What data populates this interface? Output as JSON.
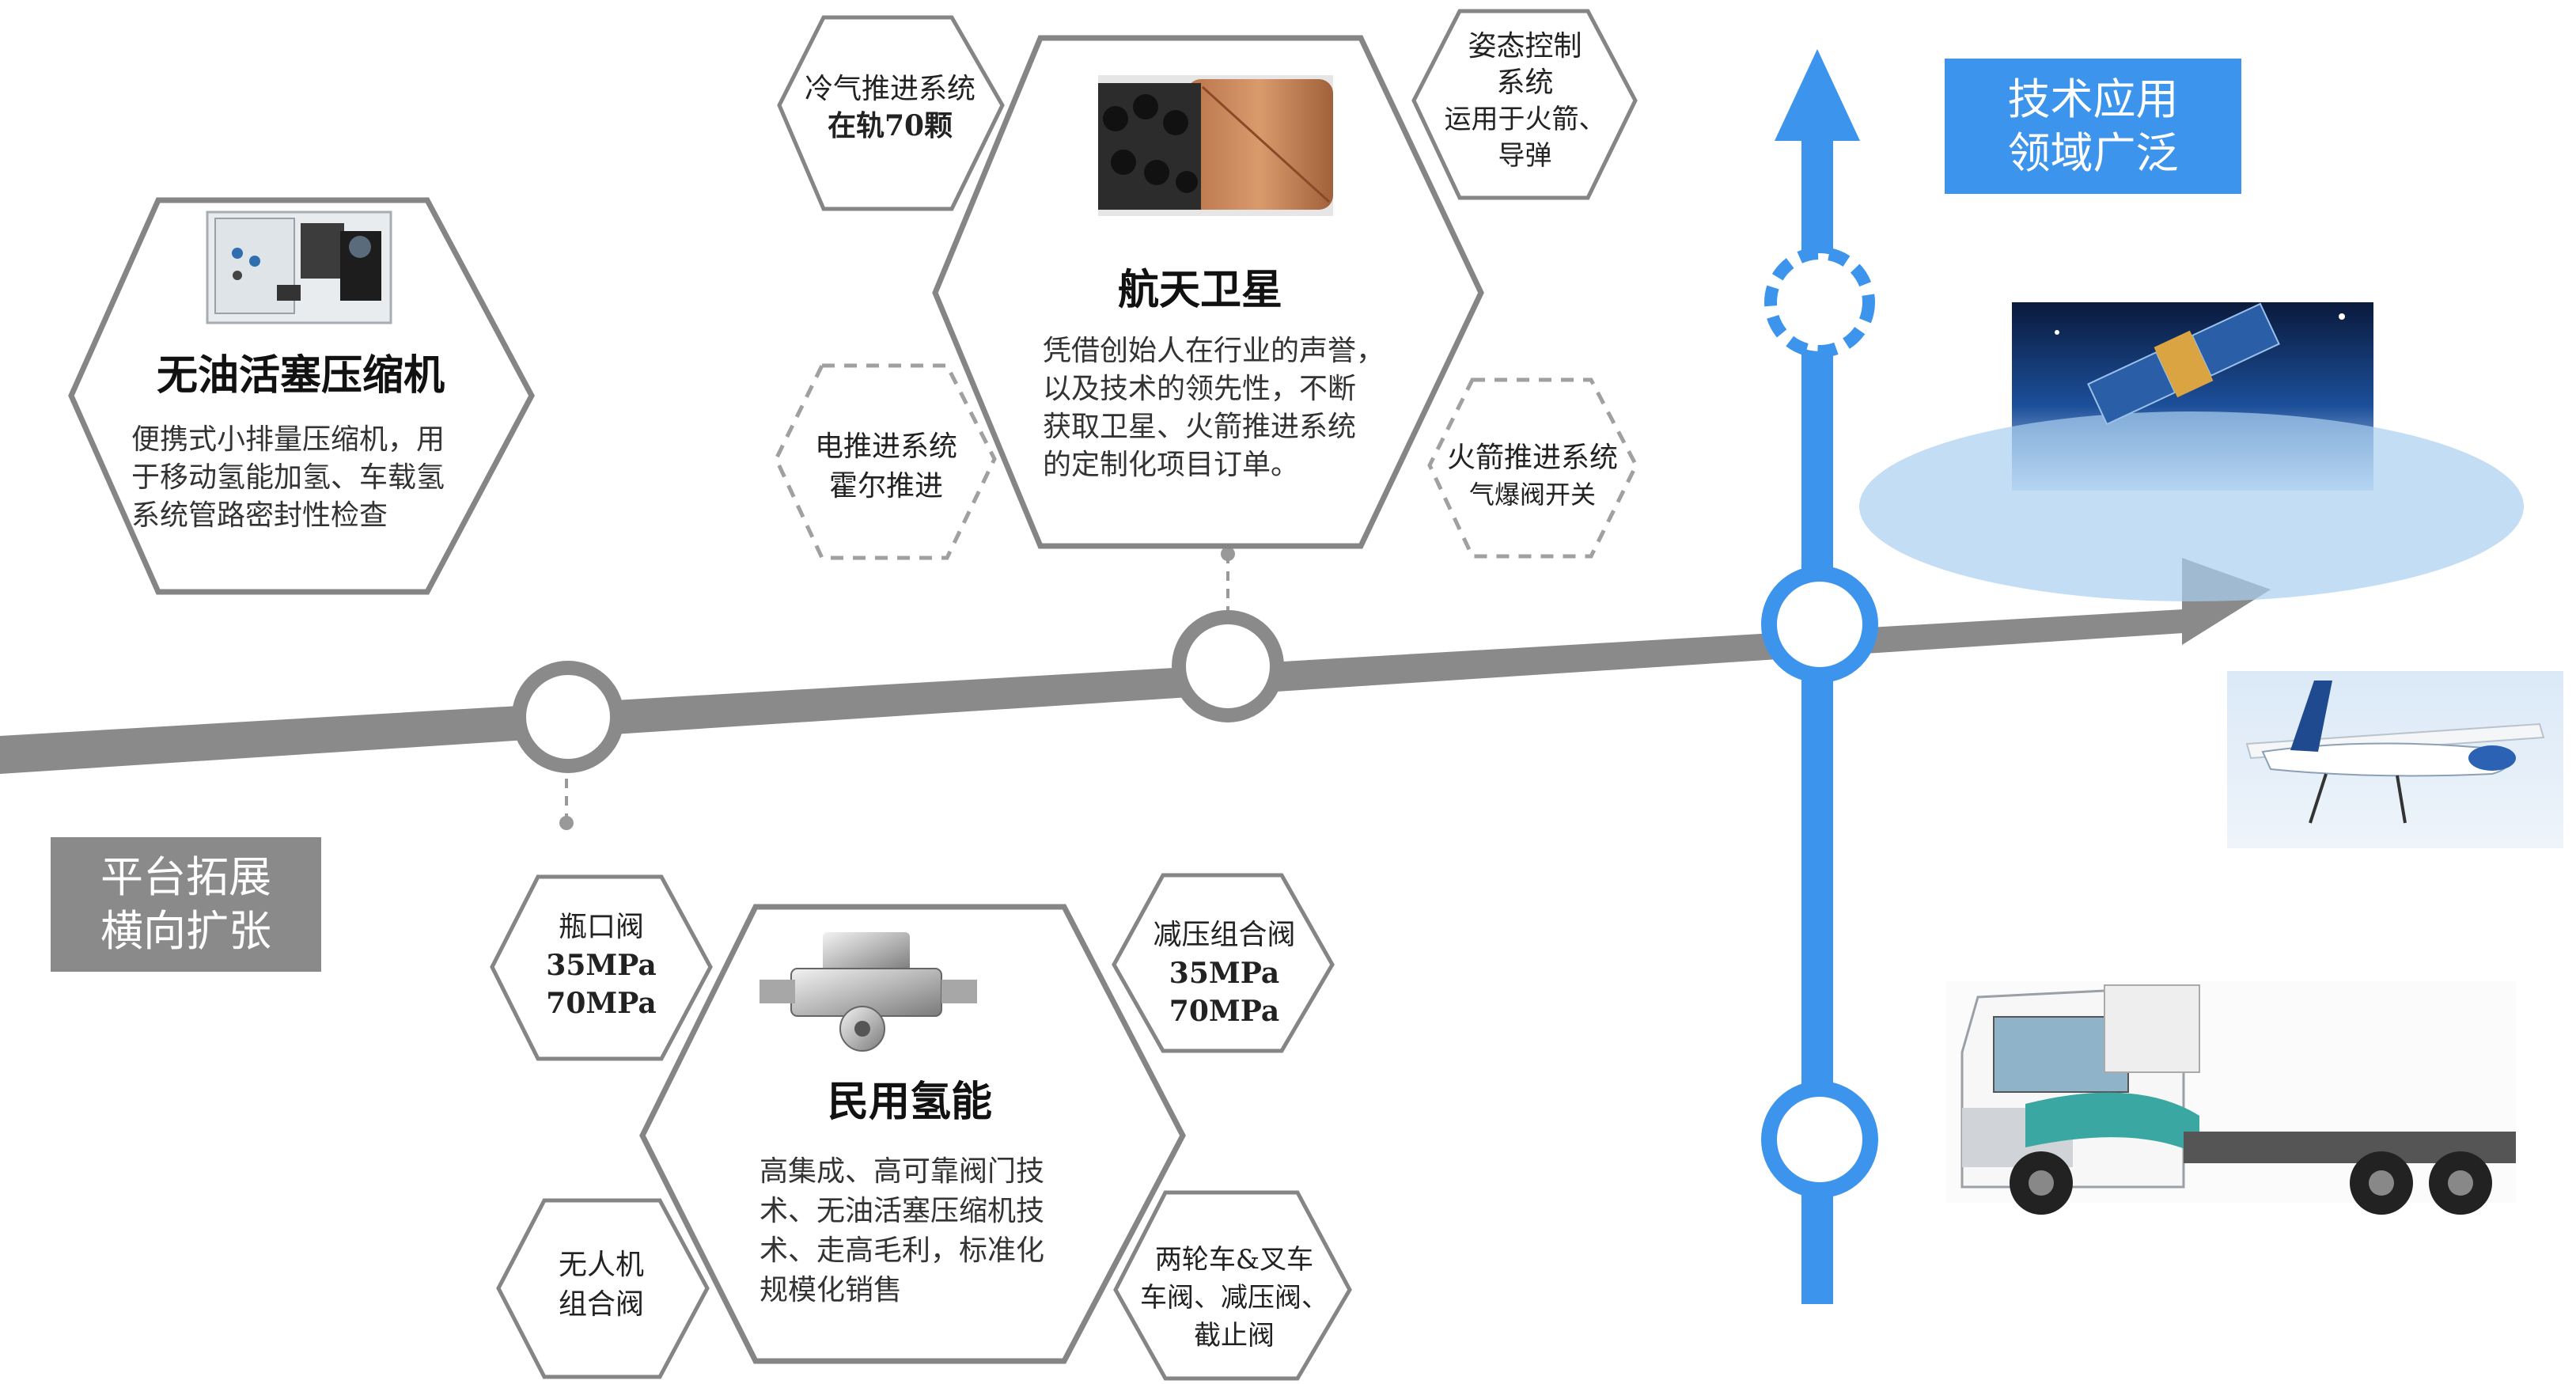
{
  "timeline_label": {
    "line1": "平台拓展",
    "line2": "横向扩张"
  },
  "tech_label": {
    "line1": "技术应用",
    "line2": "领域广泛"
  },
  "compressor": {
    "title": "无油活塞压缩机",
    "desc": [
      "便携式小排量压缩机，用",
      "于移动氢能加氢、车载氢",
      "系统管路密封性检查"
    ],
    "image_icon": "compressor-machine-image"
  },
  "aerospace": {
    "title": "航天卫星",
    "desc": [
      "凭借创始人在行业的声誉，",
      "以及技术的领先性，不断",
      "获取卫星、火箭推进系统",
      "的定制化项目订单。"
    ],
    "image_icon": "satellite-thruster-image",
    "satellites": [
      {
        "id": "cold-gas",
        "lines": [
          "冷气推进系统",
          "在轨70颗"
        ]
      },
      {
        "id": "attitude",
        "lines": [
          "姿态控制",
          "系统",
          "运用于火箭、",
          "导弹"
        ]
      },
      {
        "id": "electric",
        "lines": [
          "电推进系统",
          "霍尔推进"
        ]
      },
      {
        "id": "rocket",
        "lines": [
          "火箭推进系统",
          "气爆阀开关"
        ]
      }
    ]
  },
  "hydrogen": {
    "title": "民用氢能",
    "desc": [
      "高集成、高可靠阀门技",
      "术、无油活塞压缩机技",
      "术、走高毛利，标准化",
      "规模化销售"
    ],
    "image_icon": "hydrogen-valve-image",
    "satellites": [
      {
        "id": "bottle",
        "lines": [
          "瓶口阀",
          "35MPa",
          "70MPa"
        ]
      },
      {
        "id": "reducer",
        "lines": [
          "减压组合阀",
          "35MPa",
          "70MPa"
        ]
      },
      {
        "id": "drone",
        "lines": [
          "无人机",
          "组合阀"
        ]
      },
      {
        "id": "two-wheel",
        "lines": [
          "两轮车&叉车",
          "车阀、减压阀、",
          "截止阀"
        ]
      }
    ]
  },
  "images": {
    "satellite": "satellite-in-orbit-image",
    "uav": "uav-aircraft-image",
    "truck": "hydrogen-truck-image"
  },
  "colors": {
    "gray": "#8a8a8a",
    "blue": "#3d94ec",
    "hex_border": "#858585",
    "dashed": "#a0a0a0"
  }
}
